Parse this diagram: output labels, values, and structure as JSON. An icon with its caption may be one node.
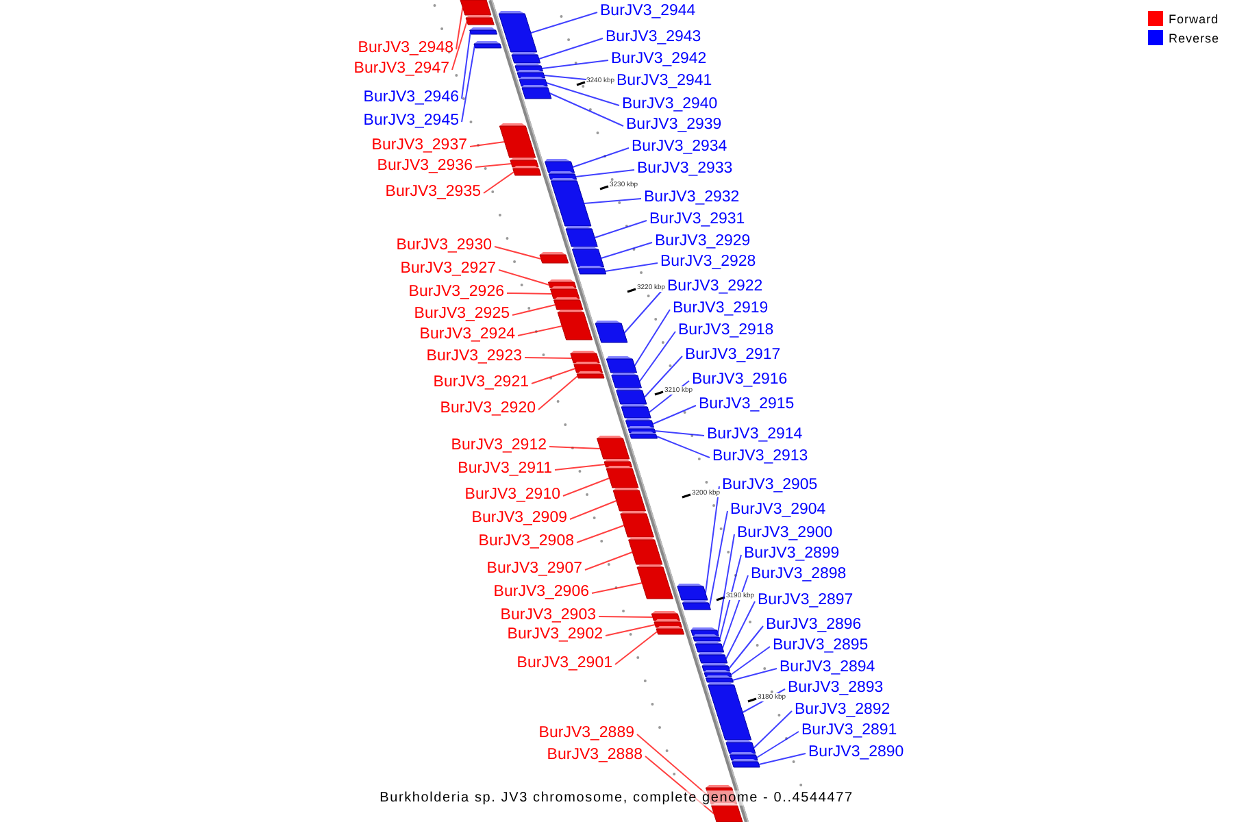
{
  "diagram": {
    "caption": "Burkholderia sp. JV3 chromosome, complete genome - 0..4544477",
    "nodes": [
      {
        "text": [
          "BurJV3_2948"
        ]
      },
      {
        "text": [
          "BurJV3_2947"
        ]
      },
      {
        "text": [
          "BurJV3_2946"
        ]
      },
      {
        "text": [
          "BurJV3_2945"
        ]
      },
      {
        "text": [
          "BurJV3_2937"
        ]
      },
      {
        "text": [
          "BurJV3_2936"
        ]
      },
      {
        "text": [
          "BurJV3_2935"
        ]
      },
      {
        "text": [
          "BurJV3_2930"
        ]
      },
      {
        "text": [
          "BurJV3_2927"
        ]
      },
      {
        "text": [
          "BurJV3_2926"
        ]
      },
      {
        "text": [
          "BurJV3_2925"
        ]
      },
      {
        "text": [
          "BurJV3_2924"
        ]
      },
      {
        "text": [
          "BurJV3_2923"
        ]
      },
      {
        "text": [
          "BurJV3_2921"
        ]
      },
      {
        "text": [
          "BurJV3_2920"
        ]
      },
      {
        "text": [
          "BurJV3_2912"
        ]
      },
      {
        "text": [
          "BurJV3_2911"
        ]
      },
      {
        "text": [
          "BurJV3_2910"
        ]
      },
      {
        "text": [
          "BurJV3_2909"
        ]
      },
      {
        "text": [
          "BurJV3_2908"
        ]
      },
      {
        "text": [
          "BurJV3_2907"
        ]
      },
      {
        "text": [
          "BurJV3_2906"
        ]
      },
      {
        "text": [
          "BurJV3_2903"
        ]
      },
      {
        "text": [
          "BurJV3_2902"
        ]
      },
      {
        "text": [
          "BurJV3_2901"
        ]
      },
      {
        "text": [
          "BurJV3_2889"
        ]
      },
      {
        "text": [
          "BurJV3_2888"
        ]
      },
      {
        "text": [
          "BurJV3_2944"
        ]
      },
      {
        "text": [
          "BurJV3_2943"
        ]
      },
      {
        "text": [
          "BurJV3_2942"
        ]
      },
      {
        "text": [
          "BurJV3_2941"
        ]
      },
      {
        "text": [
          "BurJV3_2940"
        ]
      },
      {
        "text": [
          "BurJV3_2939"
        ]
      },
      {
        "text": [
          "BurJV3_2934"
        ]
      },
      {
        "text": [
          "BurJV3_2933"
        ]
      },
      {
        "text": [
          "BurJV3_2932"
        ]
      },
      {
        "text": [
          "BurJV3_2931"
        ]
      },
      {
        "text": [
          "BurJV3_2929"
        ]
      },
      {
        "text": [
          "BurJV3_2928"
        ]
      },
      {
        "text": [
          "BurJV3_2922"
        ]
      },
      {
        "text": [
          "BurJV3_2919"
        ]
      },
      {
        "text": [
          "BurJV3_2918"
        ]
      },
      {
        "text": [
          "BurJV3_2917"
        ]
      },
      {
        "text": [
          "BurJV3_2916"
        ]
      },
      {
        "text": [
          "BurJV3_2915"
        ]
      },
      {
        "text": [
          "BurJV3_2914"
        ]
      },
      {
        "text": [
          "BurJV3_2913"
        ]
      },
      {
        "text": [
          "BurJV3_2905"
        ]
      },
      {
        "text": [
          "BurJV3_2904"
        ]
      },
      {
        "text": [
          "BurJV3_2900"
        ]
      },
      {
        "text": [
          "BurJV3_2899"
        ]
      },
      {
        "text": [
          "BurJV3_2898"
        ]
      },
      {
        "text": [
          "BurJV3_2897"
        ]
      },
      {
        "text": [
          "BurJV3_2896"
        ]
      },
      {
        "text": [
          "BurJV3_2895"
        ]
      },
      {
        "text": [
          "BurJV3_2894"
        ]
      },
      {
        "text": [
          "BurJV3_2893"
        ]
      },
      {
        "text": [
          "BurJV3_2892"
        ]
      },
      {
        "text": [
          "BurJV3_2891"
        ]
      },
      {
        "text": [
          "BurJV3_2890"
        ]
      },
      {
        "text": [],
        "shape": "box"
      },
      {
        "text": [],
        "shape": "box"
      },
      {
        "text": [],
        "shape": "box"
      },
      {
        "text": [],
        "shape": "box"
      },
      {
        "text": [],
        "shape": "box"
      },
      {
        "text": [],
        "shape": "box"
      },
      {
        "text": [],
        "shape": "box"
      },
      {
        "text": [],
        "shape": "box"
      },
      {
        "text": [],
        "shape": "box"
      },
      {
        "text": [],
        "shape": "box"
      },
      {
        "text": [],
        "shape": "box"
      },
      {
        "text": [],
        "shape": "box"
      },
      {
        "text": [],
        "shape": "box"
      },
      {
        "text": [],
        "shape": "box"
      },
      {
        "text": [],
        "shape": "box"
      },
      {
        "text": [],
        "shape": "box"
      },
      {
        "text": [],
        "shape": "box"
      },
      {
        "text": [],
        "shape": "box"
      },
      {
        "text": [],
        "shape": "box"
      },
      {
        "text": [],
        "shape": "box"
      },
      {
        "text": [],
        "shape": "box"
      },
      {
        "text": [],
        "shape": "box"
      },
      {
        "text": [],
        "shape": "box"
      },
      {
        "text": [],
        "shape": "box"
      },
      {
        "text": [],
        "shape": "box"
      },
      {
        "text": [],
        "shape": "box"
      },
      {
        "text": [],
        "shape": "box"
      },
      {
        "text": [],
        "shape": "box"
      },
      {
        "text": [],
        "shape": "box"
      },
      {
        "text": [],
        "shape": "box"
      },
      {
        "text": [],
        "shape": "box"
      },
      {
        "text": [],
        "shape": "box"
      },
      {
        "text": [],
        "shape": "box"
      },
      {
        "text": [],
        "shape": "box"
      },
      {
        "text": [],
        "shape": "box"
      },
      {
        "text": [],
        "shape": "box"
      },
      {
        "text": [],
        "shape": "box"
      },
      {
        "text": [],
        "shape": "box"
      },
      {
        "text": [],
        "shape": "box"
      },
      {
        "text": [],
        "shape": "box"
      },
      {
        "text": [],
        "shape": "box"
      },
      {
        "text": [],
        "shape": "box"
      },
      {
        "text": [],
        "shape": "box"
      },
      {
        "text": [],
        "shape": "box"
      },
      {
        "text": [],
        "shape": "box"
      },
      {
        "text": [],
        "shape": "box"
      },
      {
        "text": [],
        "shape": "box"
      },
      {
        "text": [],
        "shape": "box"
      },
      {
        "text": [],
        "shape": "box"
      },
      {
        "text": [],
        "shape": "box"
      },
      {
        "text": [],
        "shape": "box"
      },
      {
        "text": [],
        "shape": "box"
      },
      {
        "text": [],
        "shape": "box"
      },
      {
        "text": [],
        "shape": "box"
      },
      {
        "text": [],
        "shape": "box"
      },
      {
        "text": [],
        "shape": "box"
      },
      {
        "text": [],
        "shape": "box"
      },
      {
        "text": [],
        "shape": "box"
      },
      {
        "text": [],
        "shape": "box"
      },
      {
        "text": [],
        "shape": "box"
      }
    ],
    "edges": [
      {
        "from": 0,
        "to": 60,
        "arrow": "none",
        "color": "#ff0000"
      },
      {
        "from": 1,
        "to": 62,
        "arrow": "none",
        "color": "#ff0000"
      },
      {
        "from": 2,
        "to": 63,
        "arrow": "none"
      },
      {
        "from": 3,
        "to": 64,
        "arrow": "none"
      },
      {
        "from": 4,
        "to": 70,
        "arrow": "none",
        "color": "#ff0000"
      },
      {
        "from": 5,
        "to": 71,
        "arrow": "none",
        "color": "#ff0000"
      },
      {
        "from": 6,
        "to": 73,
        "arrow": "none",
        "color": "#ff0000"
      },
      {
        "from": 7,
        "to": 78,
        "arrow": "none",
        "color": "#ff0000"
      },
      {
        "from": 8,
        "to": 80,
        "arrow": "none",
        "color": "#ff0000"
      },
      {
        "from": 9,
        "to": 81,
        "arrow": "none",
        "color": "#ff0000"
      },
      {
        "from": 10,
        "to": 82,
        "arrow": "none",
        "color": "#ff0000"
      },
      {
        "from": 11,
        "to": 83,
        "arrow": "none",
        "color": "#ff0000"
      },
      {
        "from": 12,
        "to": 85,
        "arrow": "none",
        "color": "#ff0000"
      },
      {
        "from": 13,
        "to": 87,
        "arrow": "none",
        "color": "#ff0000"
      },
      {
        "from": 14,
        "to": 88,
        "arrow": "none",
        "color": "#ff0000"
      },
      {
        "from": 15,
        "to": 95,
        "arrow": "none",
        "color": "#ff0000"
      },
      {
        "from": 16,
        "to": 96,
        "arrow": "none",
        "color": "#ff0000"
      },
      {
        "from": 17,
        "to": 97,
        "arrow": "none",
        "color": "#ff0000"
      },
      {
        "from": 18,
        "to": 98,
        "arrow": "none",
        "color": "#ff0000"
      },
      {
        "from": 19,
        "to": 99,
        "arrow": "none",
        "color": "#ff0000"
      },
      {
        "from": 20,
        "to": 100,
        "arrow": "none",
        "color": "#ff0000"
      },
      {
        "from": 21,
        "to": 101,
        "arrow": "none",
        "color": "#ff0000"
      },
      {
        "from": 22,
        "to": 104,
        "arrow": "none",
        "color": "#ff0000"
      },
      {
        "from": 23,
        "to": 105,
        "arrow": "none",
        "color": "#ff0000"
      },
      {
        "from": 24,
        "to": 106,
        "arrow": "none",
        "color": "#ff0000"
      },
      {
        "from": 25,
        "to": 118,
        "arrow": "none",
        "color": "#ff0000"
      },
      {
        "from": 26,
        "to": 119,
        "arrow": "none",
        "color": "#ff0000"
      },
      {
        "from": 27,
        "to": 61,
        "arrow": "none"
      },
      {
        "from": 28,
        "to": 65,
        "arrow": "none"
      },
      {
        "from": 29,
        "to": 66,
        "arrow": "none"
      },
      {
        "from": 30,
        "to": 67,
        "arrow": "none"
      },
      {
        "from": 31,
        "to": 68,
        "arrow": "none"
      },
      {
        "from": 32,
        "to": 69,
        "arrow": "none"
      },
      {
        "from": 33,
        "to": 72,
        "arrow": "none"
      },
      {
        "from": 34,
        "to": 74,
        "arrow": "none"
      },
      {
        "from": 35,
        "to": 75,
        "arrow": "none"
      },
      {
        "from": 36,
        "to": 76,
        "arrow": "none"
      },
      {
        "from": 37,
        "to": 77,
        "arrow": "none"
      },
      {
        "from": 38,
        "to": 79,
        "arrow": "none"
      },
      {
        "from": 39,
        "to": 84,
        "arrow": "none"
      },
      {
        "from": 40,
        "to": 86,
        "arrow": "none"
      },
      {
        "from": 41,
        "to": 89,
        "arrow": "none"
      },
      {
        "from": 42,
        "to": 90,
        "arrow": "none"
      },
      {
        "from": 43,
        "to": 91,
        "arrow": "none"
      },
      {
        "from": 44,
        "to": 92,
        "arrow": "none"
      },
      {
        "from": 45,
        "to": 93,
        "arrow": "none"
      },
      {
        "from": 46,
        "to": 94,
        "arrow": "none"
      },
      {
        "from": 47,
        "to": 102,
        "arrow": "none"
      },
      {
        "from": 48,
        "to": 103,
        "arrow": "none"
      },
      {
        "from": 49,
        "to": 107,
        "arrow": "none"
      },
      {
        "from": 50,
        "to": 108,
        "arrow": "none"
      },
      {
        "from": 51,
        "to": 109,
        "arrow": "none"
      },
      {
        "from": 52,
        "to": 110,
        "arrow": "none"
      },
      {
        "from": 53,
        "to": 111,
        "arrow": "none"
      },
      {
        "from": 54,
        "to": 112,
        "arrow": "none"
      },
      {
        "from": 55,
        "to": 113,
        "arrow": "none"
      },
      {
        "from": 56,
        "to": 114,
        "arrow": "none"
      },
      {
        "from": 57,
        "to": 115,
        "arrow": "none"
      },
      {
        "from": 58,
        "to": 116,
        "arrow": "none"
      },
      {
        "from": 59,
        "to": 117,
        "arrow": "none"
      }
    ],
    "labels": [
      "3240 kbp",
      "3230 kbp",
      "3220 kbp",
      "3210 kbp",
      "3200 kbp",
      "3190 kbp",
      "3180 kbp"
    ],
    "legend": [
      {
        "text": "Forward",
        "color": "#ff0000"
      },
      {
        "text": "Reverse",
        "color": "#0000ff"
      }
    ]
  }
}
